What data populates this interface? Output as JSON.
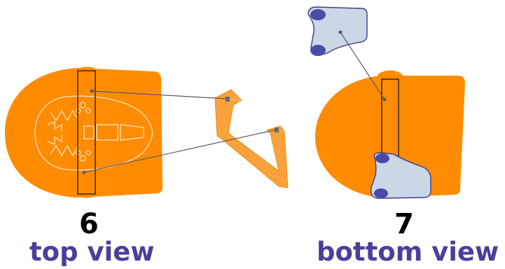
{
  "steps": [
    {
      "number": "6",
      "label": "top view"
    },
    {
      "number": "7",
      "label": "bottom view"
    }
  ],
  "colors": {
    "body_orange": "#ff8c00",
    "strip_orange": "#f9a13a",
    "label_blue": "#4b3f9c",
    "bracket_fill": "#c9d7e6",
    "bracket_stroke": "#3e3a85",
    "connector_line": "#5a5a6a",
    "outline_dark": "#2a1a10"
  },
  "icons": {
    "top_view_body": "rounded-orange-body-top",
    "bottom_view_body": "rounded-orange-body-bottom",
    "strip": "folded-strip",
    "bracket": "blue-mounting-bracket",
    "logo_pattern": "wing-and-paw-engraving"
  }
}
